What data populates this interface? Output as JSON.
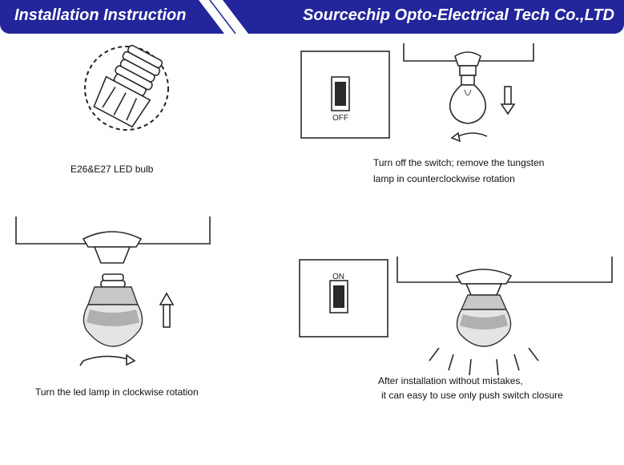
{
  "header": {
    "title": "Installation Instruction",
    "company": "Sourcechip Opto-Electrical Tech Co.,LTD",
    "color": "#23259a"
  },
  "steps": [
    {
      "caption": "E26&E27 LED bulb"
    },
    {
      "caption_line1": "Turn off the switch; remove the tungsten",
      "caption_line2": "lamp in counterclockwise rotation",
      "switch_label": "OFF"
    },
    {
      "caption": "Turn the led lamp in clockwise rotation"
    },
    {
      "caption_line1": "After installation without mistakes,",
      "caption_line2": "it can easy to use only push switch closure",
      "switch_label": "ON"
    }
  ]
}
